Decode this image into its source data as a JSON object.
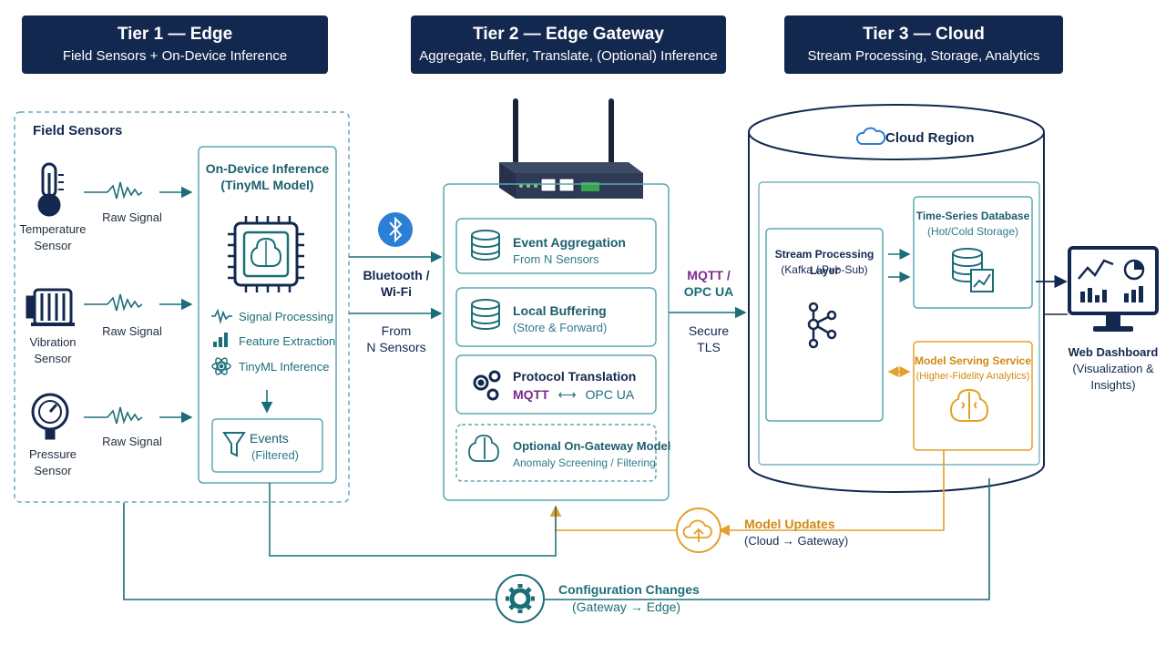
{
  "tiers": [
    {
      "title": "Tier 1 — Edge",
      "subtitle": "Field Sensors + On-Device Inference"
    },
    {
      "title": "Tier 2 — Edge Gateway",
      "subtitle": "Aggregate, Buffer, Translate, (Optional) Inference"
    },
    {
      "title": "Tier 3 — Cloud",
      "subtitle": "Stream Processing, Storage, Analytics"
    }
  ],
  "field_sensors": {
    "title": "Field Sensors",
    "sensors": [
      {
        "name_line1": "Temperature",
        "name_line2": "Sensor",
        "signal": "Raw Signal"
      },
      {
        "name_line1": "Vibration",
        "name_line2": "Sensor",
        "signal": "Raw Signal"
      },
      {
        "name_line1": "Pressure",
        "name_line2": "Sensor",
        "signal": "Raw Signal"
      }
    ]
  },
  "on_device": {
    "title_line1": "On-Device Inference",
    "title_line2": "(TinyML Model)",
    "steps": [
      "Signal Processing",
      "Feature Extraction",
      "TinyML Inference"
    ],
    "events_title": "Events",
    "events_sub": "(Filtered)"
  },
  "link_edge_gateway": {
    "protocol_line1": "Bluetooth /",
    "protocol_line2": "Wi-Fi",
    "from_line1": "From",
    "from_line2": "N Sensors"
  },
  "gateway": {
    "cards": [
      {
        "title": "Event Aggregation",
        "sub": "From N Sensors"
      },
      {
        "title": "Local Buffering",
        "sub": "(Store & Forward)"
      },
      {
        "title": "Protocol Translation",
        "sub_left": "MQTT",
        "sub_arrow": "⟷",
        "sub_right": "OPC UA"
      },
      {
        "title": "Optional On-Gateway Model",
        "sub": "Anomaly Screening / Filtering"
      }
    ]
  },
  "link_gateway_cloud": {
    "protocol_line1": "MQTT /",
    "protocol_line2": "OPC UA",
    "secure_line1": "Secure",
    "secure_line2": "TLS"
  },
  "cloud": {
    "region": "Cloud Region",
    "stream_title": "Stream Processing Layer",
    "stream_sub": "(Kafka / Pub-Sub)",
    "tsdb_title": "Time-Series Database",
    "tsdb_sub": "(Hot/Cold Storage)",
    "model_title": "Model Serving Service",
    "model_sub": "(Higher-Fidelity Analytics)"
  },
  "dashboard": {
    "title": "Web Dashboard",
    "sub_line1": "(Visualization &",
    "sub_line2": "Insights)"
  },
  "model_updates": {
    "title": "Model Updates",
    "sub": "(Cloud → Gateway)"
  },
  "config_changes": {
    "title": "Configuration Changes",
    "sub": "(Gateway → Edge)"
  },
  "colors": {
    "navy": "#13284f",
    "teal": "#1a6e78",
    "orange": "#e3a02a",
    "light_teal": "#5aa8b2"
  }
}
